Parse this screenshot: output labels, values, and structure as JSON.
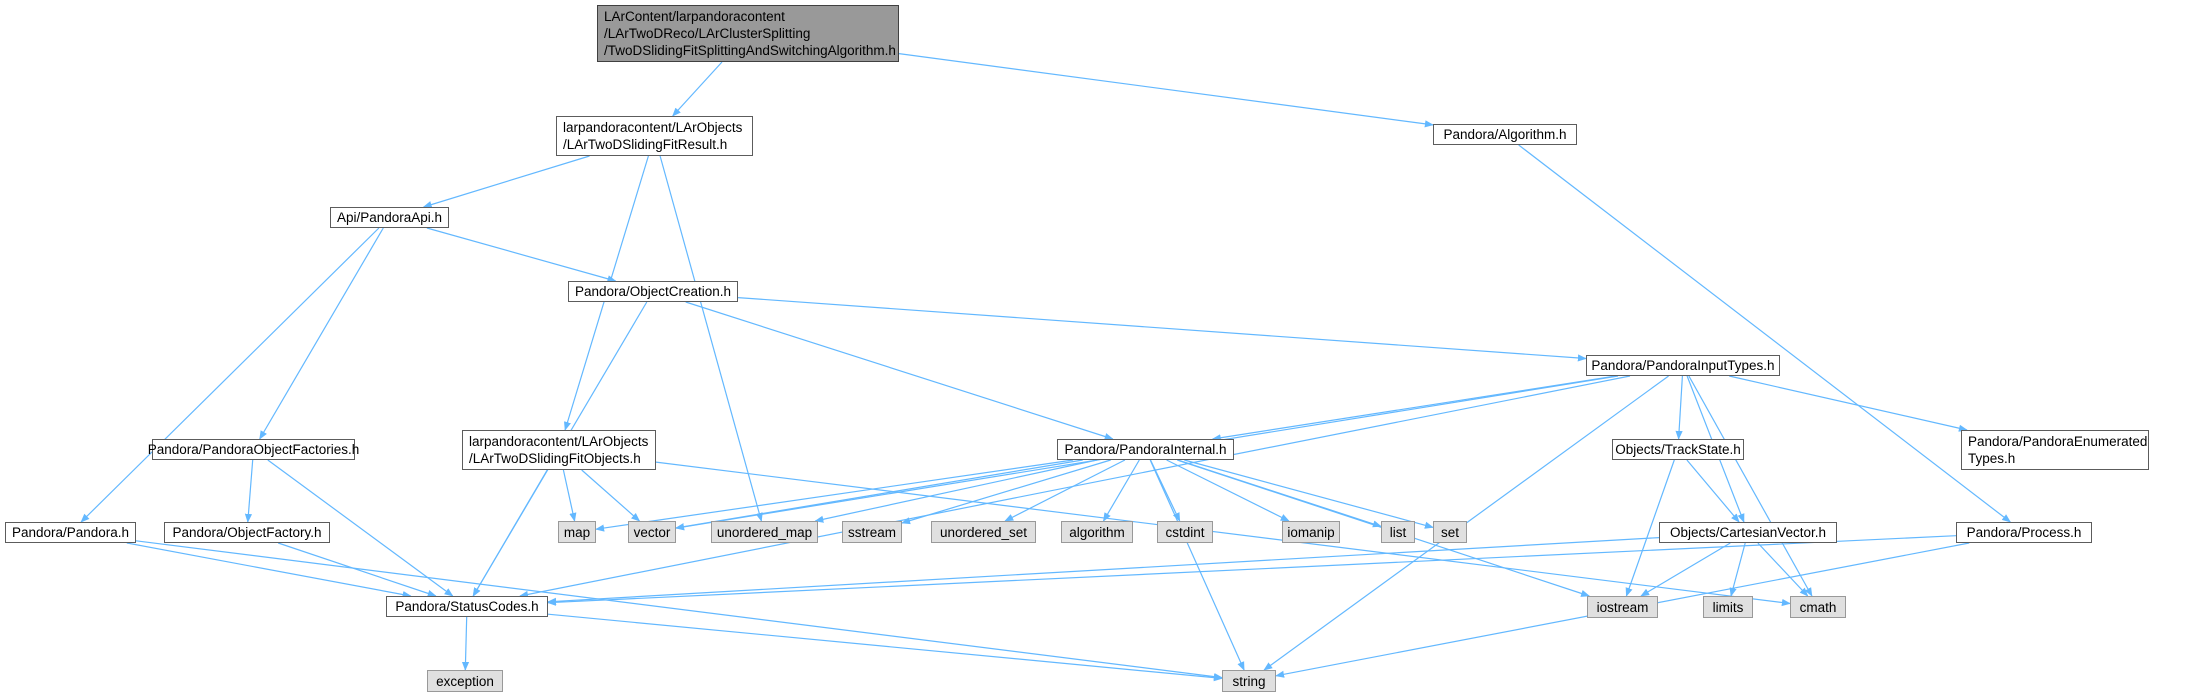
{
  "nodes": [
    {
      "id": "root",
      "lines": [
        "LArContent/larpandoracontent",
        "/LArTwoDReco/LArClusterSplitting",
        "/TwoDSlidingFitSplittingAndSwitchingAlgorithm.h"
      ],
      "kind": "root"
    },
    {
      "id": "fitresult",
      "lines": [
        "larpandoracontent/LArObjects",
        "/LArTwoDSlidingFitResult.h"
      ],
      "kind": "file"
    },
    {
      "id": "algorithm",
      "lines": [
        "Pandora/Algorithm.h"
      ],
      "kind": "file"
    },
    {
      "id": "pandoraapi",
      "lines": [
        "Api/PandoraApi.h"
      ],
      "kind": "file"
    },
    {
      "id": "objectcreation",
      "lines": [
        "Pandora/ObjectCreation.h"
      ],
      "kind": "file"
    },
    {
      "id": "inputtypes",
      "lines": [
        "Pandora/PandoraInputTypes.h"
      ],
      "kind": "file"
    },
    {
      "id": "objectfactories",
      "lines": [
        "Pandora/PandoraObjectFactories.h"
      ],
      "kind": "file"
    },
    {
      "id": "fitobjects",
      "lines": [
        "larpandoracontent/LArObjects",
        "/LArTwoDSlidingFitObjects.h"
      ],
      "kind": "file"
    },
    {
      "id": "internal",
      "lines": [
        "Pandora/PandoraInternal.h"
      ],
      "kind": "file"
    },
    {
      "id": "trackstate",
      "lines": [
        "Objects/TrackState.h"
      ],
      "kind": "file"
    },
    {
      "id": "enumerated",
      "lines": [
        "Pandora/PandoraEnumerated",
        "Types.h"
      ],
      "kind": "file"
    },
    {
      "id": "pandora",
      "lines": [
        "Pandora/Pandora.h"
      ],
      "kind": "file"
    },
    {
      "id": "objectfactory",
      "lines": [
        "Pandora/ObjectFactory.h"
      ],
      "kind": "file"
    },
    {
      "id": "cartesian",
      "lines": [
        "Objects/CartesianVector.h"
      ],
      "kind": "file"
    },
    {
      "id": "process",
      "lines": [
        "Pandora/Process.h"
      ],
      "kind": "file"
    },
    {
      "id": "statuscodes",
      "lines": [
        "Pandora/StatusCodes.h"
      ],
      "kind": "file"
    },
    {
      "id": "map",
      "lines": [
        "map"
      ],
      "kind": "sys"
    },
    {
      "id": "vector",
      "lines": [
        "vector"
      ],
      "kind": "sys"
    },
    {
      "id": "unordered_map",
      "lines": [
        "unordered_map"
      ],
      "kind": "sys"
    },
    {
      "id": "sstream",
      "lines": [
        "sstream"
      ],
      "kind": "sys"
    },
    {
      "id": "unordered_set",
      "lines": [
        "unordered_set"
      ],
      "kind": "sys"
    },
    {
      "id": "algorithm_std",
      "lines": [
        "algorithm"
      ],
      "kind": "sys"
    },
    {
      "id": "cstdint",
      "lines": [
        "cstdint"
      ],
      "kind": "sys"
    },
    {
      "id": "iomanip",
      "lines": [
        "iomanip"
      ],
      "kind": "sys"
    },
    {
      "id": "list",
      "lines": [
        "list"
      ],
      "kind": "sys"
    },
    {
      "id": "set",
      "lines": [
        "set"
      ],
      "kind": "sys"
    },
    {
      "id": "iostream",
      "lines": [
        "iostream"
      ],
      "kind": "sys"
    },
    {
      "id": "limits",
      "lines": [
        "limits"
      ],
      "kind": "sys"
    },
    {
      "id": "cmath",
      "lines": [
        "cmath"
      ],
      "kind": "sys"
    },
    {
      "id": "exception",
      "lines": [
        "exception"
      ],
      "kind": "sys"
    },
    {
      "id": "string",
      "lines": [
        "string"
      ],
      "kind": "sys"
    }
  ],
  "edges": [
    [
      "root",
      "fitresult"
    ],
    [
      "root",
      "algorithm"
    ],
    [
      "fitresult",
      "pandoraapi"
    ],
    [
      "fitresult",
      "fitobjects"
    ],
    [
      "fitresult",
      "unordered_map"
    ],
    [
      "algorithm",
      "process"
    ],
    [
      "pandoraapi",
      "objectcreation"
    ],
    [
      "pandoraapi",
      "objectfactories"
    ],
    [
      "pandoraapi",
      "pandora"
    ],
    [
      "objectcreation",
      "inputtypes"
    ],
    [
      "objectcreation",
      "internal"
    ],
    [
      "objectcreation",
      "statuscodes"
    ],
    [
      "inputtypes",
      "internal"
    ],
    [
      "inputtypes",
      "vector"
    ],
    [
      "inputtypes",
      "trackstate"
    ],
    [
      "inputtypes",
      "cartesian"
    ],
    [
      "inputtypes",
      "enumerated"
    ],
    [
      "inputtypes",
      "statuscodes"
    ],
    [
      "inputtypes",
      "cmath"
    ],
    [
      "inputtypes",
      "string"
    ],
    [
      "objectfactories",
      "objectfactory"
    ],
    [
      "objectfactories",
      "statuscodes"
    ],
    [
      "fitobjects",
      "map"
    ],
    [
      "fitobjects",
      "vector"
    ],
    [
      "fitobjects",
      "statuscodes"
    ],
    [
      "fitobjects",
      "cmath"
    ],
    [
      "internal",
      "map"
    ],
    [
      "internal",
      "vector"
    ],
    [
      "internal",
      "unordered_map"
    ],
    [
      "internal",
      "sstream"
    ],
    [
      "internal",
      "unordered_set"
    ],
    [
      "internal",
      "algorithm_std"
    ],
    [
      "internal",
      "cstdint"
    ],
    [
      "internal",
      "iomanip"
    ],
    [
      "internal",
      "list"
    ],
    [
      "internal",
      "set"
    ],
    [
      "internal",
      "iostream"
    ],
    [
      "internal",
      "string"
    ],
    [
      "trackstate",
      "cartesian"
    ],
    [
      "trackstate",
      "iostream"
    ],
    [
      "pandora",
      "statuscodes"
    ],
    [
      "pandora",
      "string"
    ],
    [
      "objectfactory",
      "statuscodes"
    ],
    [
      "cartesian",
      "statuscodes"
    ],
    [
      "cartesian",
      "iostream"
    ],
    [
      "cartesian",
      "limits"
    ],
    [
      "cartesian",
      "cmath"
    ],
    [
      "process",
      "statuscodes"
    ],
    [
      "process",
      "string"
    ],
    [
      "statuscodes",
      "exception"
    ],
    [
      "statuscodes",
      "string"
    ]
  ],
  "colors": {
    "edge": "#63b8ff",
    "border": "#5c5c5c",
    "root_fill": "#999999",
    "sys_fill": "#e0e0e0"
  }
}
